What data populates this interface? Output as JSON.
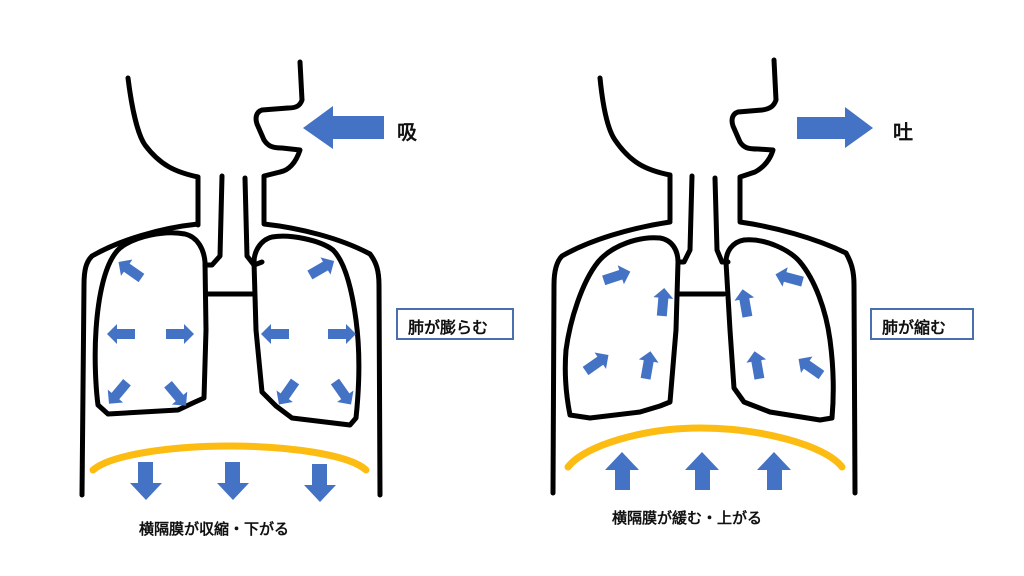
{
  "colors": {
    "outline": "#000000",
    "arrow": "#4472c4",
    "diaphragm": "#fdbc11",
    "label_box_border": "#4a6fb0"
  },
  "inhale": {
    "airflow_label": "吸",
    "airflow_direction": "in",
    "lung_label": "肺が膨らむ",
    "diaphragm_label": "横隔膜が収縮・下がる",
    "diaphragm_arrow_direction": "down"
  },
  "exhale": {
    "airflow_label": "吐",
    "airflow_direction": "out",
    "lung_label": "肺が縮む",
    "diaphragm_label": "横隔膜が緩む・上がる",
    "diaphragm_arrow_direction": "up"
  }
}
